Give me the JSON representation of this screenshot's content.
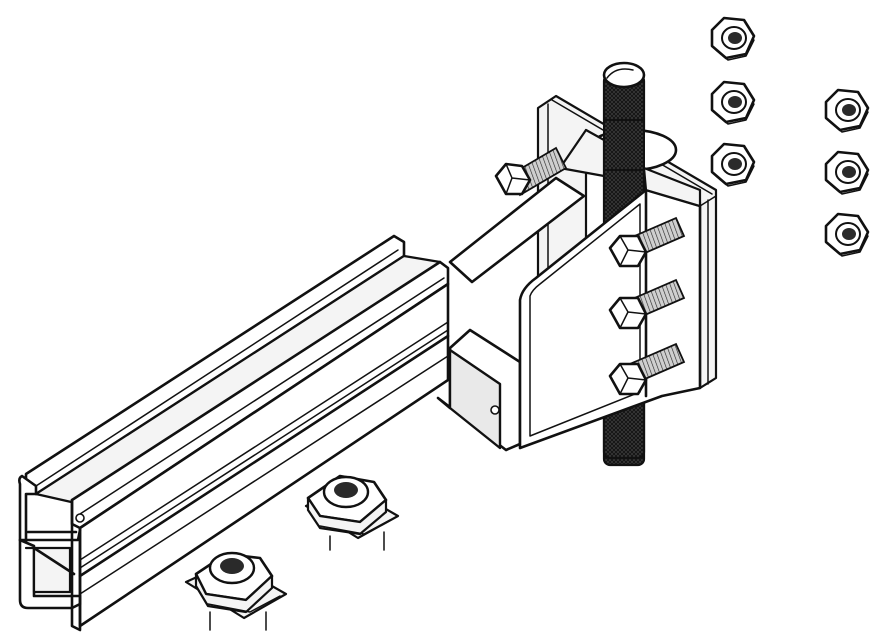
{
  "figure": {
    "components": [
      {
        "name": "double-strut-channel"
      },
      {
        "name": "threaded-rod"
      },
      {
        "name": "u-bracket-clamp"
      },
      {
        "name": "hex-bolt",
        "count": 4
      },
      {
        "name": "hex-nut",
        "count": 6
      },
      {
        "name": "channel-spring-nut",
        "count": 2
      }
    ]
  }
}
